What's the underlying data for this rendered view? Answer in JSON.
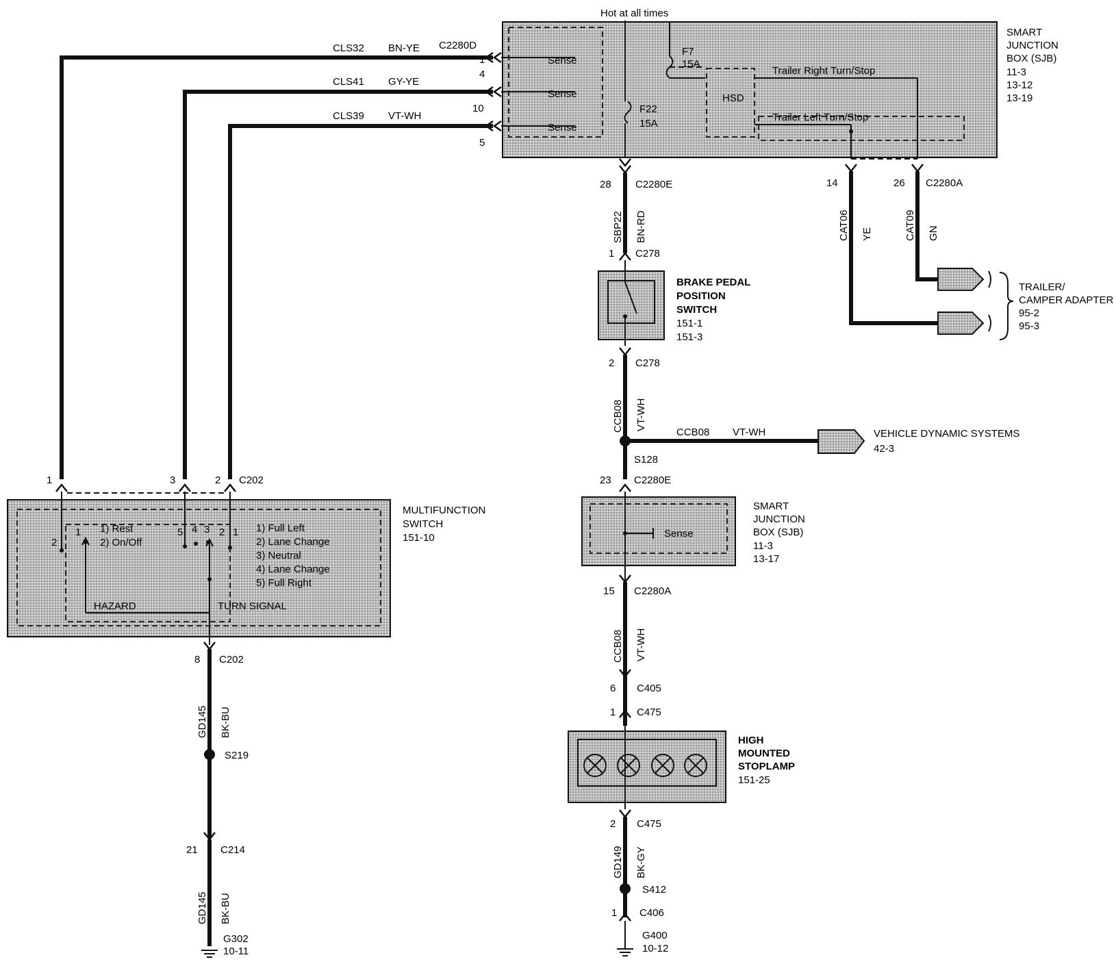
{
  "hot_label": "Hot at all times",
  "sjb_top": {
    "lines": [
      "SMART",
      "JUNCTION",
      "BOX (SJB)",
      "11-3",
      "13-12",
      "13-19"
    ]
  },
  "sjb_top_internal": {
    "sense1": "Sense",
    "sense2": "Sense",
    "sense3": "Sense",
    "f7": "F7",
    "f7_amp": "15A",
    "f22": "F22",
    "f22_amp": "15A",
    "hsd": "HSD",
    "right_turn": "Trailer Right Turn/Stop",
    "left_turn": "Trailer Left Turn/Stop"
  },
  "circuit_cls32": "CLS32",
  "color_cls32": "BN-YE",
  "conn_c2280d": "C2280D",
  "pin_cls32": "1",
  "circuit_cls41": "CLS41",
  "color_cls41": "GY-YE",
  "pin_cls41": "4",
  "circuit_cls39": "CLS39",
  "color_cls39": "VT-WH",
  "pin_cls39_a": "10",
  "pin_cls39_b": "5",
  "pin_28": "28",
  "conn_c2280e_top": "C2280E",
  "sbp22": "SBP22",
  "bnrd": "BN-RD",
  "pin_c278_1": "1",
  "c278_top": "C278",
  "brake": {
    "lines": [
      "BRAKE PEDAL",
      "POSITION",
      "SWITCH",
      "151-1",
      "151-3"
    ]
  },
  "pin_c278_2": "2",
  "c278_bottom": "C278",
  "ccb08_a": "CCB08",
  "vtwh_a": "VT-WH",
  "ccb08_h": "CCB08",
  "vtwh_h": "VT-WH",
  "vds": "VEHICLE DYNAMIC SYSTEMS",
  "vds_ref": "42-3",
  "s128": "S128",
  "pin_23": "23",
  "conn_c2280e_mid": "C2280E",
  "sjb_mid": {
    "lines": [
      "SMART",
      "JUNCTION",
      "BOX (SJB)",
      "11-3",
      "13-17"
    ]
  },
  "sjb_mid_sense": "Sense",
  "pin_15": "15",
  "conn_c2280a_mid": "C2280A",
  "ccb08_b": "CCB08",
  "vtwh_b": "VT-WH",
  "pin_6": "6",
  "c405": "C405",
  "pin_c475_1": "1",
  "c475_top": "C475",
  "hmsl": {
    "lines": [
      "HIGH",
      "MOUNTED",
      "STOPLAMP",
      "151-25"
    ]
  },
  "pin_c475_2": "2",
  "c475_bottom": "C475",
  "gd149": "GD149",
  "bkgy": "BK-GY",
  "s412": "S412",
  "pin_c406": "1",
  "c406": "C406",
  "g400": "G400",
  "g400_ref": "10-12",
  "pin_14": "14",
  "pin_26": "26",
  "conn_c2280a_top": "C2280A",
  "cat06": "CAT06",
  "ye": "YE",
  "cat09": "CAT09",
  "gn": "GN",
  "trailer": {
    "lines": [
      "TRAILER/",
      "CAMPER ADAPTER",
      "95-2",
      "95-3"
    ]
  },
  "c202_pin1": "1",
  "c202_pin3": "3",
  "c202_pin2": "2",
  "c202_top": "C202",
  "mfs": {
    "lines": [
      "MULTIFUNCTION",
      "SWITCH",
      "151-10"
    ]
  },
  "mfs_internal": {
    "p2": "2",
    "p1": "1",
    "p5": "5",
    "p4": "4",
    "p3": "3",
    "p2b": "2",
    "p1b": "1",
    "hazard_positions": [
      "1) Rest",
      "2) On/Off"
    ],
    "turn_positions": [
      "1) Full Left",
      "2) Lane Change",
      "3) Neutral",
      "4) Lane Change",
      "5) Full Right"
    ],
    "hazard": "HAZARD",
    "turn_signal": "TURN SIGNAL"
  },
  "pin_8": "8",
  "c202_bottom": "C202",
  "gd145_a": "GD145",
  "bkbu_a": "BK-BU",
  "s219": "S219",
  "pin_21": "21",
  "c214": "C214",
  "gd145_b": "GD145",
  "bkbu_b": "BK-BU",
  "g302": "G302",
  "g302_ref": "10-11"
}
